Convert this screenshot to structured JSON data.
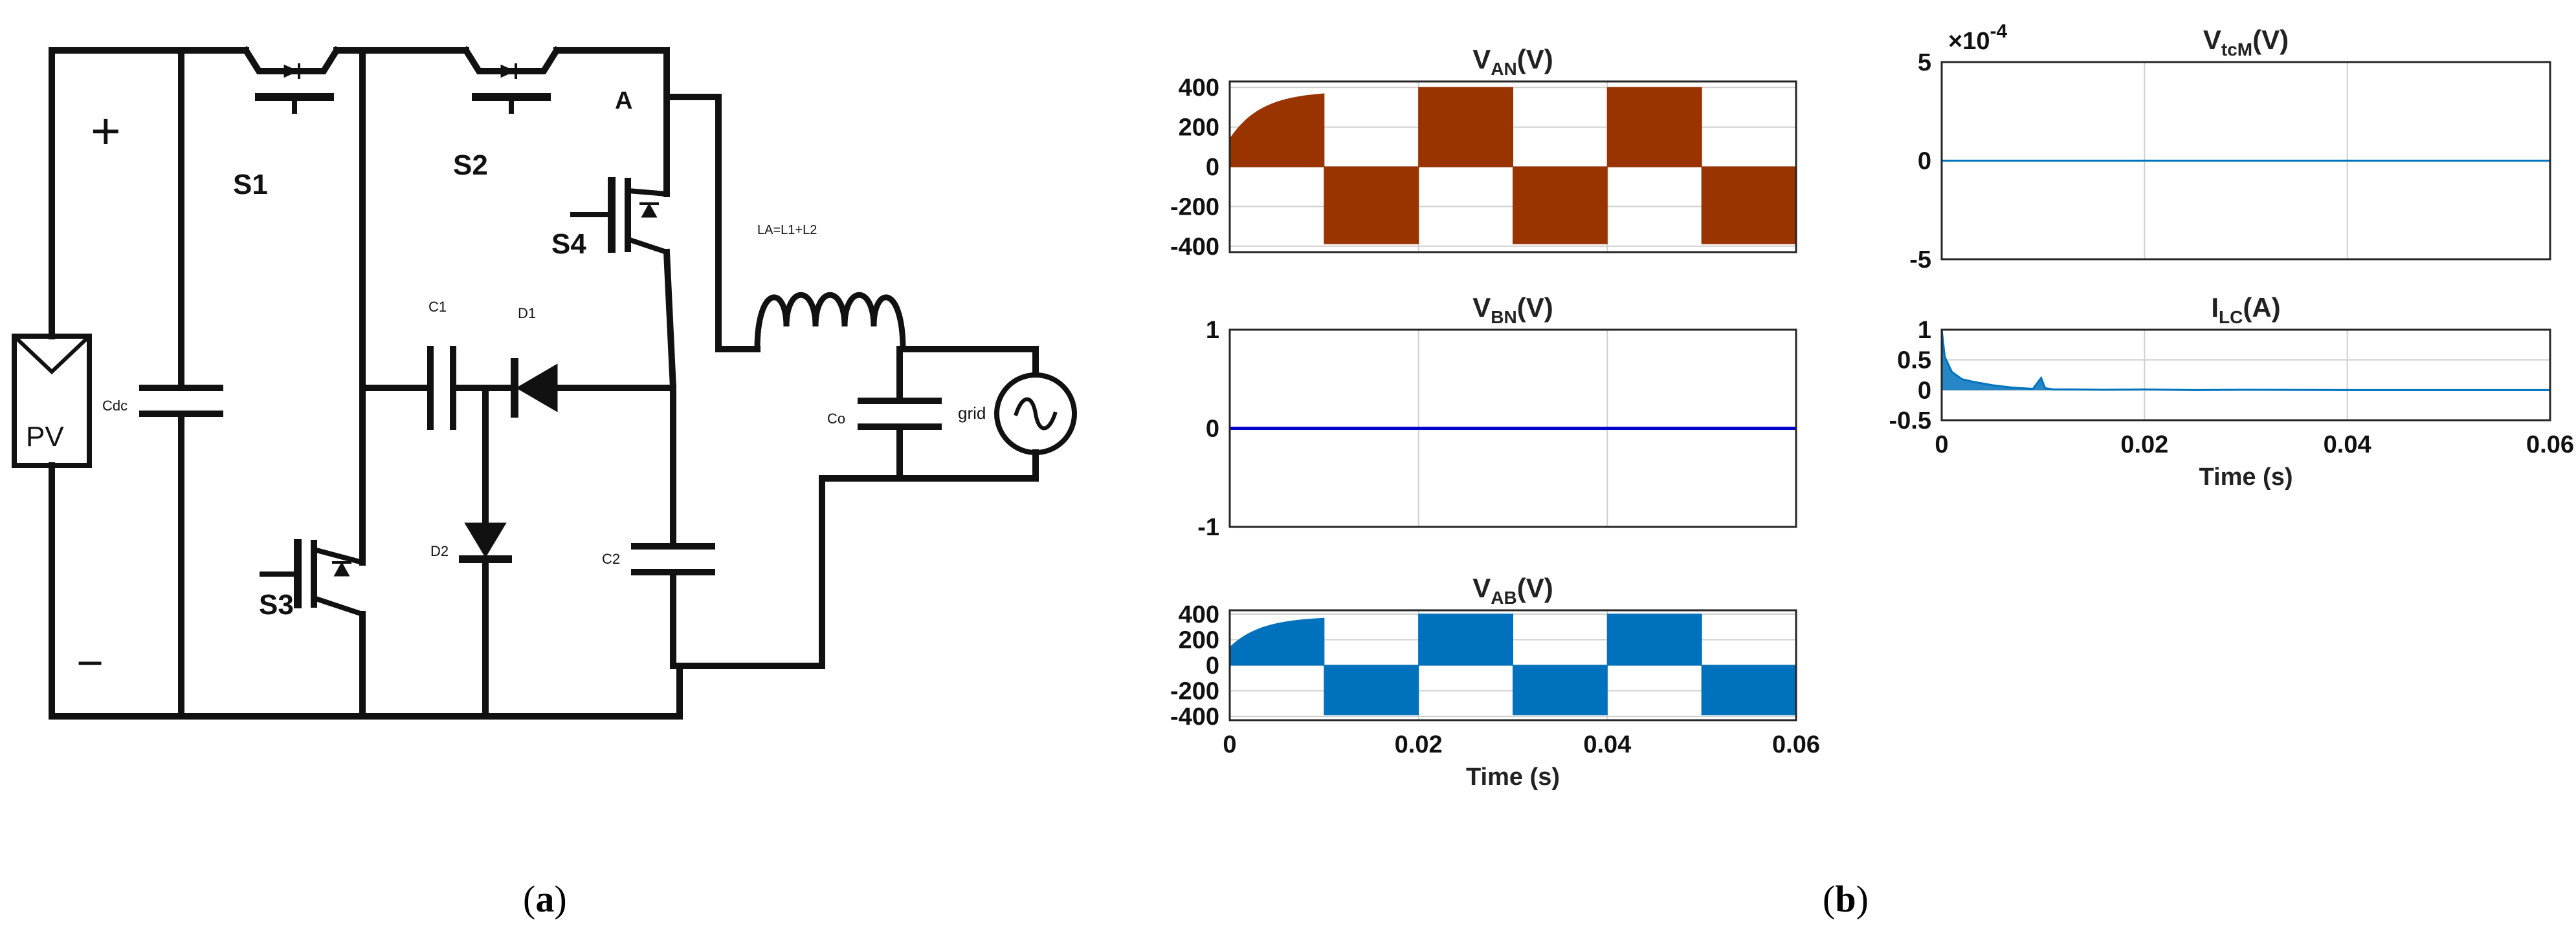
{
  "figure": {
    "caption_a_letter": "a",
    "caption_b_letter": "b"
  },
  "circuit": {
    "labels": {
      "plus": "+",
      "minus": "−",
      "pv": "PV",
      "cdc": "Cdc",
      "s1": "S1",
      "s2": "S2",
      "s3": "S3",
      "s4": "S4",
      "node_a": "A",
      "c1": "C1",
      "d1": "D1",
      "d2": "D2",
      "c2": "C2",
      "co": "Co",
      "grid": "grid",
      "inductor": "LA=L1+L2"
    }
  },
  "chart_data": [
    {
      "id": "van",
      "type": "area",
      "title_main": "V",
      "title_sub": "AN",
      "title_unit": "(V)",
      "color": "#993300",
      "x": [
        0,
        0.01,
        0.01,
        0.02,
        0.02,
        0.03,
        0.03,
        0.04,
        0.04,
        0.05,
        0.05,
        0.06
      ],
      "y": [
        0,
        0,
        0,
        0,
        0,
        0,
        0,
        0,
        0,
        0,
        0,
        0
      ],
      "segments": [
        {
          "x0": 0,
          "x1": 0.01,
          "sign": 1,
          "envelope": "rise",
          "amp": 400
        },
        {
          "x0": 0.01,
          "x1": 0.02,
          "sign": -1,
          "envelope": "flat",
          "amp": 400
        },
        {
          "x0": 0.02,
          "x1": 0.03,
          "sign": 1,
          "envelope": "flat",
          "amp": 400
        },
        {
          "x0": 0.03,
          "x1": 0.04,
          "sign": -1,
          "envelope": "flat",
          "amp": 400
        },
        {
          "x0": 0.04,
          "x1": 0.05,
          "sign": 1,
          "envelope": "flat",
          "amp": 400
        },
        {
          "x0": 0.05,
          "x1": 0.06,
          "sign": -1,
          "envelope": "flat",
          "amp": 400
        }
      ],
      "xlim": [
        0,
        0.06
      ],
      "ylim": [
        -430,
        430
      ],
      "yticks": [
        400,
        200,
        0,
        -200,
        -400
      ],
      "ytick_labels": [
        "400",
        "200",
        "0",
        "-200",
        "-400"
      ],
      "xticks": [
        0.02,
        0.04
      ],
      "xtick_labels": [],
      "grid": true,
      "xlabel": ""
    },
    {
      "id": "vbn",
      "type": "line",
      "title_main": "V",
      "title_sub": "BN",
      "title_unit": "(V)",
      "color": "#0000cc",
      "x": [
        0,
        0.06
      ],
      "y": [
        0,
        0
      ],
      "xlim": [
        0,
        0.06
      ],
      "ylim": [
        -1,
        1
      ],
      "yticks": [
        1,
        0,
        -1
      ],
      "ytick_labels": [
        "1",
        "0",
        "-1"
      ],
      "xticks": [
        0.02,
        0.04
      ],
      "xtick_labels": [],
      "grid": true,
      "xlabel": ""
    },
    {
      "id": "vab",
      "type": "area",
      "title_main": "V",
      "title_sub": "AB",
      "title_unit": "(V)",
      "color": "#0072bd",
      "segments": [
        {
          "x0": 0,
          "x1": 0.01,
          "sign": 1,
          "envelope": "rise",
          "amp": 400
        },
        {
          "x0": 0.01,
          "x1": 0.02,
          "sign": -1,
          "envelope": "flat",
          "amp": 400
        },
        {
          "x0": 0.02,
          "x1": 0.03,
          "sign": 1,
          "envelope": "flat",
          "amp": 400
        },
        {
          "x0": 0.03,
          "x1": 0.04,
          "sign": -1,
          "envelope": "flat",
          "amp": 400
        },
        {
          "x0": 0.04,
          "x1": 0.05,
          "sign": 1,
          "envelope": "flat",
          "amp": 400
        },
        {
          "x0": 0.05,
          "x1": 0.06,
          "sign": -1,
          "envelope": "flat",
          "amp": 400
        }
      ],
      "xlim": [
        0,
        0.06
      ],
      "ylim": [
        -430,
        430
      ],
      "yticks": [
        400,
        200,
        0,
        -200,
        -400
      ],
      "ytick_labels": [
        "400",
        "200",
        "0",
        "-200",
        "-400"
      ],
      "xticks": [
        0,
        0.02,
        0.04,
        0.06
      ],
      "xtick_labels": [
        "0",
        "0.02",
        "0.04",
        "0.06"
      ],
      "grid": true,
      "xlabel": "Time (s)"
    },
    {
      "id": "vtcm",
      "type": "line",
      "title_main": "V",
      "title_sub": "tcM",
      "title_unit": "(V)",
      "exponent_label": "×10",
      "exponent_power": "-4",
      "color": "#0072bd",
      "x": [
        0,
        0.06
      ],
      "y": [
        0,
        0
      ],
      "xlim": [
        0,
        0.06
      ],
      "ylim": [
        -5,
        5
      ],
      "yticks": [
        5,
        0,
        -5
      ],
      "ytick_labels": [
        "5",
        "0",
        "-5"
      ],
      "xticks": [
        0.02,
        0.04
      ],
      "xtick_labels": [],
      "grid": true,
      "xlabel": ""
    },
    {
      "id": "ilc",
      "type": "line",
      "title_main": "I",
      "title_sub": "LC",
      "title_unit": "(A)",
      "color": "#0072bd",
      "x": [
        0,
        0.0003,
        0.001,
        0.002,
        0.003,
        0.005,
        0.007,
        0.009,
        0.0098,
        0.0102,
        0.011,
        0.013,
        0.016,
        0.02,
        0.025,
        0.03,
        0.04,
        0.05,
        0.06
      ],
      "y": [
        1.0,
        0.55,
        0.3,
        0.18,
        0.14,
        0.08,
        0.04,
        0.02,
        0.2,
        0.03,
        0.01,
        0.01,
        0.005,
        0.01,
        0.0,
        0.005,
        0.0,
        0.0,
        0.0
      ],
      "xlim": [
        0,
        0.06
      ],
      "ylim": [
        -0.5,
        1
      ],
      "yticks": [
        1,
        0.5,
        0,
        -0.5
      ],
      "ytick_labels": [
        "1",
        "0.5",
        "0",
        "-0.5"
      ],
      "xticks": [
        0,
        0.02,
        0.04,
        0.06
      ],
      "xtick_labels": [
        "0",
        "0.02",
        "0.04",
        "0.06"
      ],
      "grid": true,
      "xlabel": "Time (s)"
    }
  ]
}
